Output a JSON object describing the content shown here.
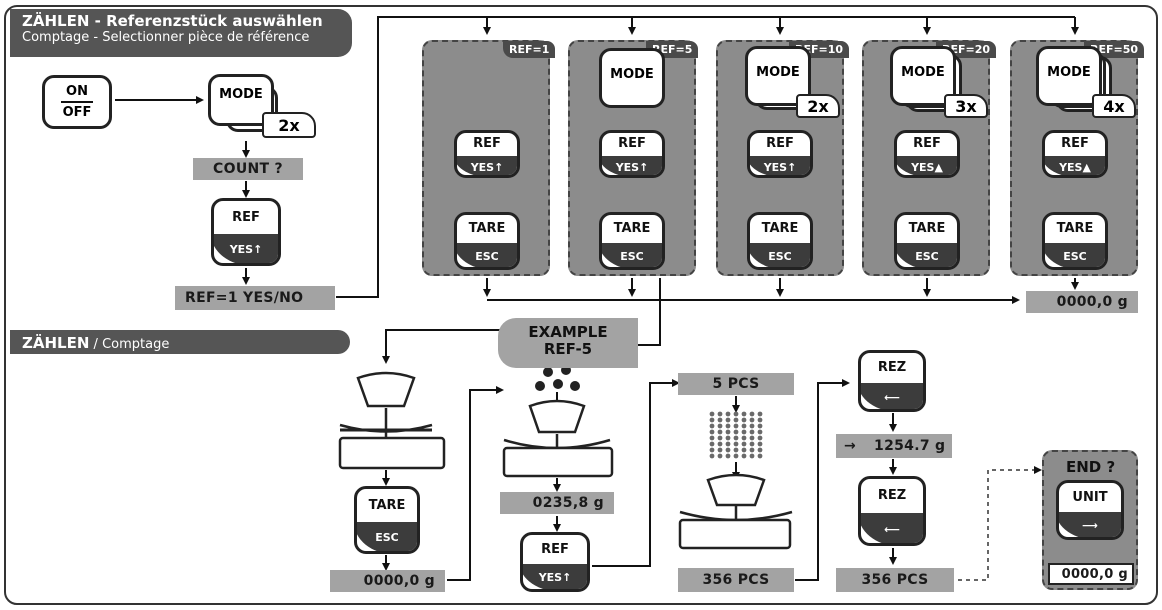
{
  "headers": {
    "select_de": "ZÄHLEN - Referenzstück auswählen",
    "select_fr": "Comptage - Selectionner pièce de référence",
    "count_de": "ZÄHLEN",
    "count_sep": " / ",
    "count_fr": "Comptage"
  },
  "keys": {
    "on": "ON",
    "off": "OFF",
    "mode": "MODE",
    "mode_partial": "E",
    "ref": "REF",
    "yes": "YES",
    "tare": "TARE",
    "esc": "ESC",
    "rez": "REZ",
    "unit": "UNIT"
  },
  "multipliers": {
    "m2": "2x",
    "m3": "3x",
    "m4": "4x"
  },
  "displays": {
    "count_q": "COUNT ?",
    "ref1_yesno": "REF=1    YES/NO",
    "zero_top": "0000,0 g",
    "w1": "0235,8 g",
    "zero_bottom": "0000,0 g",
    "pcs5": "5 PCS",
    "pcs356": "356 PCS",
    "rez_weight": "1254.7 g",
    "rez_arrow": "→",
    "pcs356b": "356 PCS",
    "end_zero": "0000,0 g"
  },
  "ref_tags": [
    "REF=1",
    "REF=5",
    "REF=10",
    "REF=20",
    "REF=50"
  ],
  "example": {
    "line1": "EXAMPLE",
    "line2": "REF-5"
  },
  "end_label": "END ?"
}
